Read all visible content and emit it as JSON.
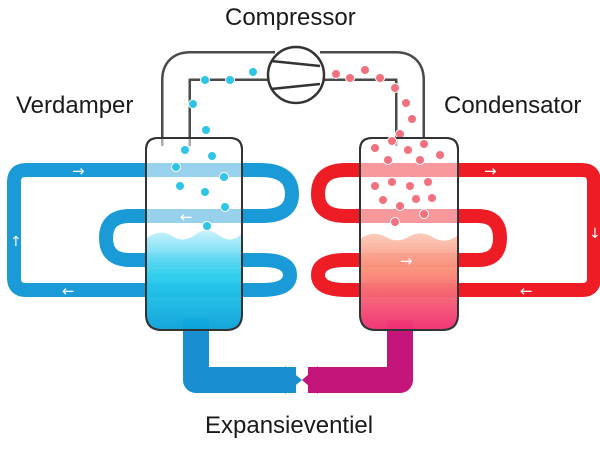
{
  "labels": {
    "compressor": "Compressor",
    "evaporator": "Verdamper",
    "condenser": "Condensator",
    "expansion_valve": "Expansieventiel"
  },
  "arrows": {
    "right": "→",
    "left": "←",
    "up": "↑",
    "down": "↓"
  },
  "colors": {
    "cold": "#1a9ad6",
    "cold_liquid": "#00c8ec",
    "hot": "#ee1d25",
    "hot_liquid": "#f9876f",
    "valve": "#c4157a",
    "vapor_cold": "#2ec5e8",
    "vapor_hot": "#f3707e"
  }
}
